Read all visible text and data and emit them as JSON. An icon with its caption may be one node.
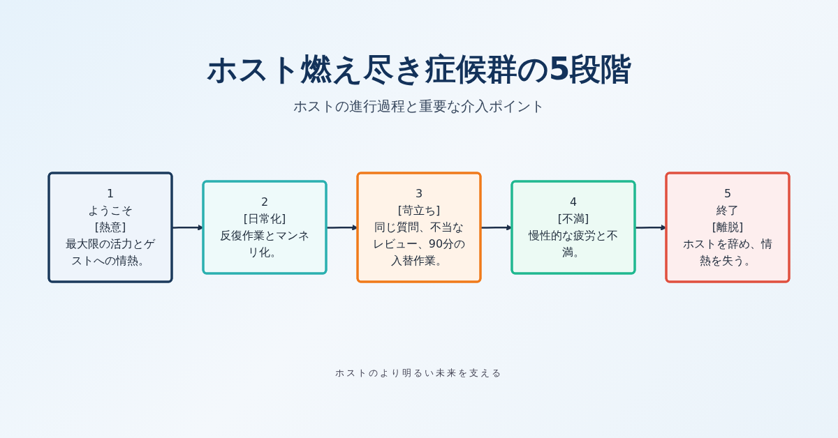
{
  "diagram": {
    "title": "ホスト燃え尽き症候群の5段階",
    "nodes": [
      {
        "text": [
          "1",
          "ようこそ",
          "[熱意]",
          "最大限の活力とゲストへの情熱。"
        ]
      },
      {
        "text": [
          "2",
          "[日常化]",
          "反復作業とマンネリ化。"
        ]
      },
      {
        "text": [
          "3",
          "[苛立ち]",
          "同じ質問、不当なレビュー、90分の入替作業。"
        ]
      },
      {
        "text": [
          "4",
          "[不満]",
          "慢性的な疲労と不満。"
        ]
      },
      {
        "text": [
          "5",
          "終了",
          "[離脱]",
          "ホストを辞め、情熱を失う。"
        ]
      }
    ],
    "edges": [
      {
        "from": 0,
        "to": 1,
        "arrow": "to"
      },
      {
        "from": 1,
        "to": 2,
        "arrow": "to"
      },
      {
        "from": 2,
        "to": 3,
        "arrow": "to"
      },
      {
        "from": 3,
        "to": 4,
        "arrow": "to"
      }
    ],
    "labels": [
      "ホストの進行過程と重要な介入ポイント",
      "ホストのより明るい未来を支える"
    ]
  }
}
